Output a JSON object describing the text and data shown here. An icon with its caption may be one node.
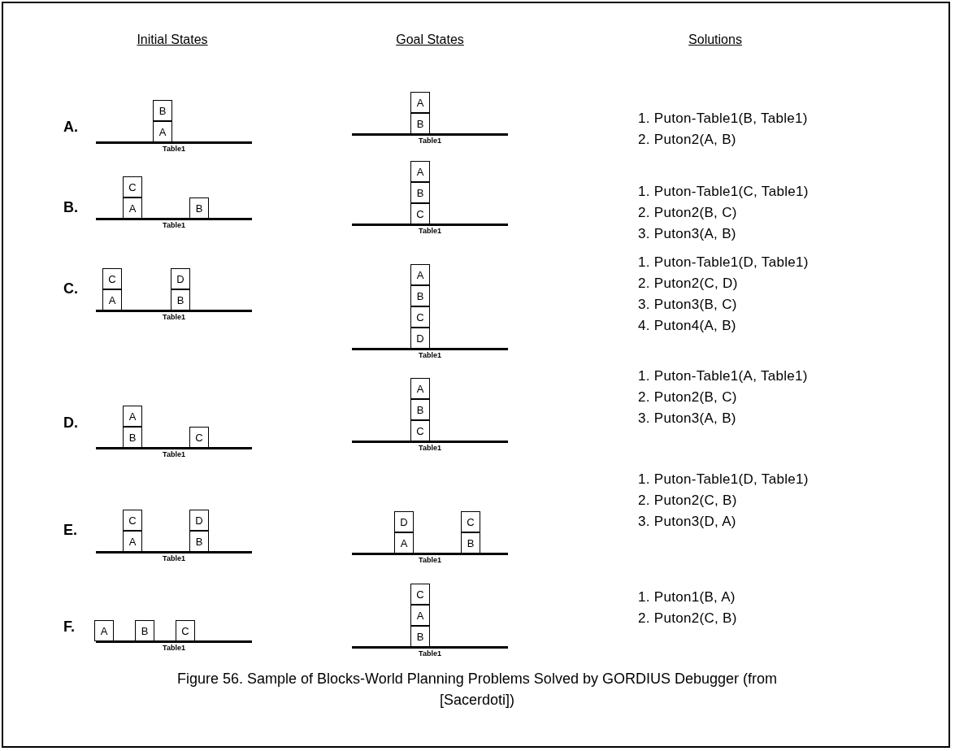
{
  "diagram": {
    "caption": "Figure 56. Sample of Blocks-World Planning Problems Solved by GORDIUS Debugger (from [Sacerdoti])",
    "nodes": [
      {
        "text": [
          "B"
        ]
      },
      {
        "text": [
          "A"
        ]
      },
      {
        "text": [
          "A"
        ]
      },
      {
        "text": [
          "B"
        ]
      },
      {
        "text": [
          "C"
        ]
      },
      {
        "text": [
          "A"
        ]
      },
      {
        "text": [
          "B"
        ]
      },
      {
        "text": [
          "A"
        ]
      },
      {
        "text": [
          "B"
        ]
      },
      {
        "text": [
          "C"
        ]
      },
      {
        "text": [
          "C"
        ]
      },
      {
        "text": [
          "A"
        ]
      },
      {
        "text": [
          "D"
        ]
      },
      {
        "text": [
          "B"
        ]
      },
      {
        "text": [
          "A"
        ]
      },
      {
        "text": [
          "B"
        ]
      },
      {
        "text": [
          "C"
        ]
      },
      {
        "text": [
          "D"
        ]
      },
      {
        "text": [
          "A"
        ]
      },
      {
        "text": [
          "B"
        ]
      },
      {
        "text": [
          "C"
        ]
      },
      {
        "text": [
          "A"
        ]
      },
      {
        "text": [
          "B"
        ]
      },
      {
        "text": [
          "C"
        ]
      },
      {
        "text": [
          "C"
        ]
      },
      {
        "text": [
          "A"
        ]
      },
      {
        "text": [
          "D"
        ]
      },
      {
        "text": [
          "B"
        ]
      },
      {
        "text": [
          "D"
        ]
      },
      {
        "text": [
          "A"
        ]
      },
      {
        "text": [
          "C"
        ]
      },
      {
        "text": [
          "B"
        ]
      },
      {
        "text": [
          "A"
        ]
      },
      {
        "text": [
          "B"
        ]
      },
      {
        "text": [
          "C"
        ]
      },
      {
        "text": [
          "C"
        ]
      },
      {
        "text": [
          "A"
        ]
      },
      {
        "text": [
          "B"
        ]
      }
    ],
    "labels": [
      "Initial States",
      "Goal States",
      "Solutions",
      "A.",
      "Table1",
      "Table1",
      "1. Puton-Table1(B, Table1)",
      "2. Puton2(A, B)",
      "B.",
      "Table1",
      "Table1",
      "1. Puton-Table1(C, Table1)",
      "2. Puton2(B, C)",
      "3. Puton3(A, B)",
      "C.",
      "Table1",
      "Table1",
      "1. Puton-Table1(D, Table1)",
      "2. Puton2(C, D)",
      "3. Puton3(B, C)",
      "4. Puton4(A, B)",
      "D.",
      "Table1",
      "Table1",
      "1. Puton-Table1(A, Table1)",
      "2. Puton2(B, C)",
      "3. Puton3(A, B)",
      "E.",
      "Table1",
      "Table1",
      "1. Puton-Table1(D, Table1)",
      "2. Puton2(C, B)",
      "3. Puton3(D, A)",
      "F.",
      "Table1",
      "Table1",
      "1. Puton1(B, A)",
      "2. Puton2(C, B)"
    ]
  }
}
